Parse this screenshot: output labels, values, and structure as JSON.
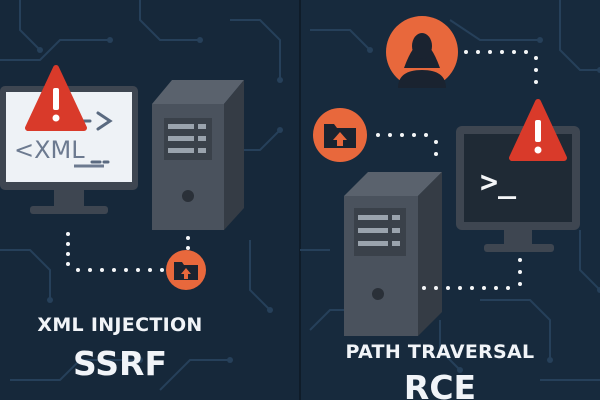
{
  "colors": {
    "background": "#16283a",
    "circuit": "#26405a",
    "monitor": "#3e4651",
    "screen": "#eef2f6",
    "dark_screen": "#1f2a35",
    "server": "#4a525d",
    "accent": "#e8683c",
    "warning": "#d93a2a",
    "dots": "#f4f6f8"
  },
  "left_panel": {
    "code_text": "<XML",
    "attack_title": "XML INJECTION",
    "attack_subtitle": "SSRF"
  },
  "right_panel": {
    "prompt_text": ">_",
    "attack_title": "PATH TRAVERSAL",
    "attack_subtitle": "RCE"
  },
  "icons": [
    "warning-icon",
    "monitor-icon",
    "server-icon",
    "folder-upload-icon",
    "hacker-icon",
    "terminal-icon"
  ]
}
